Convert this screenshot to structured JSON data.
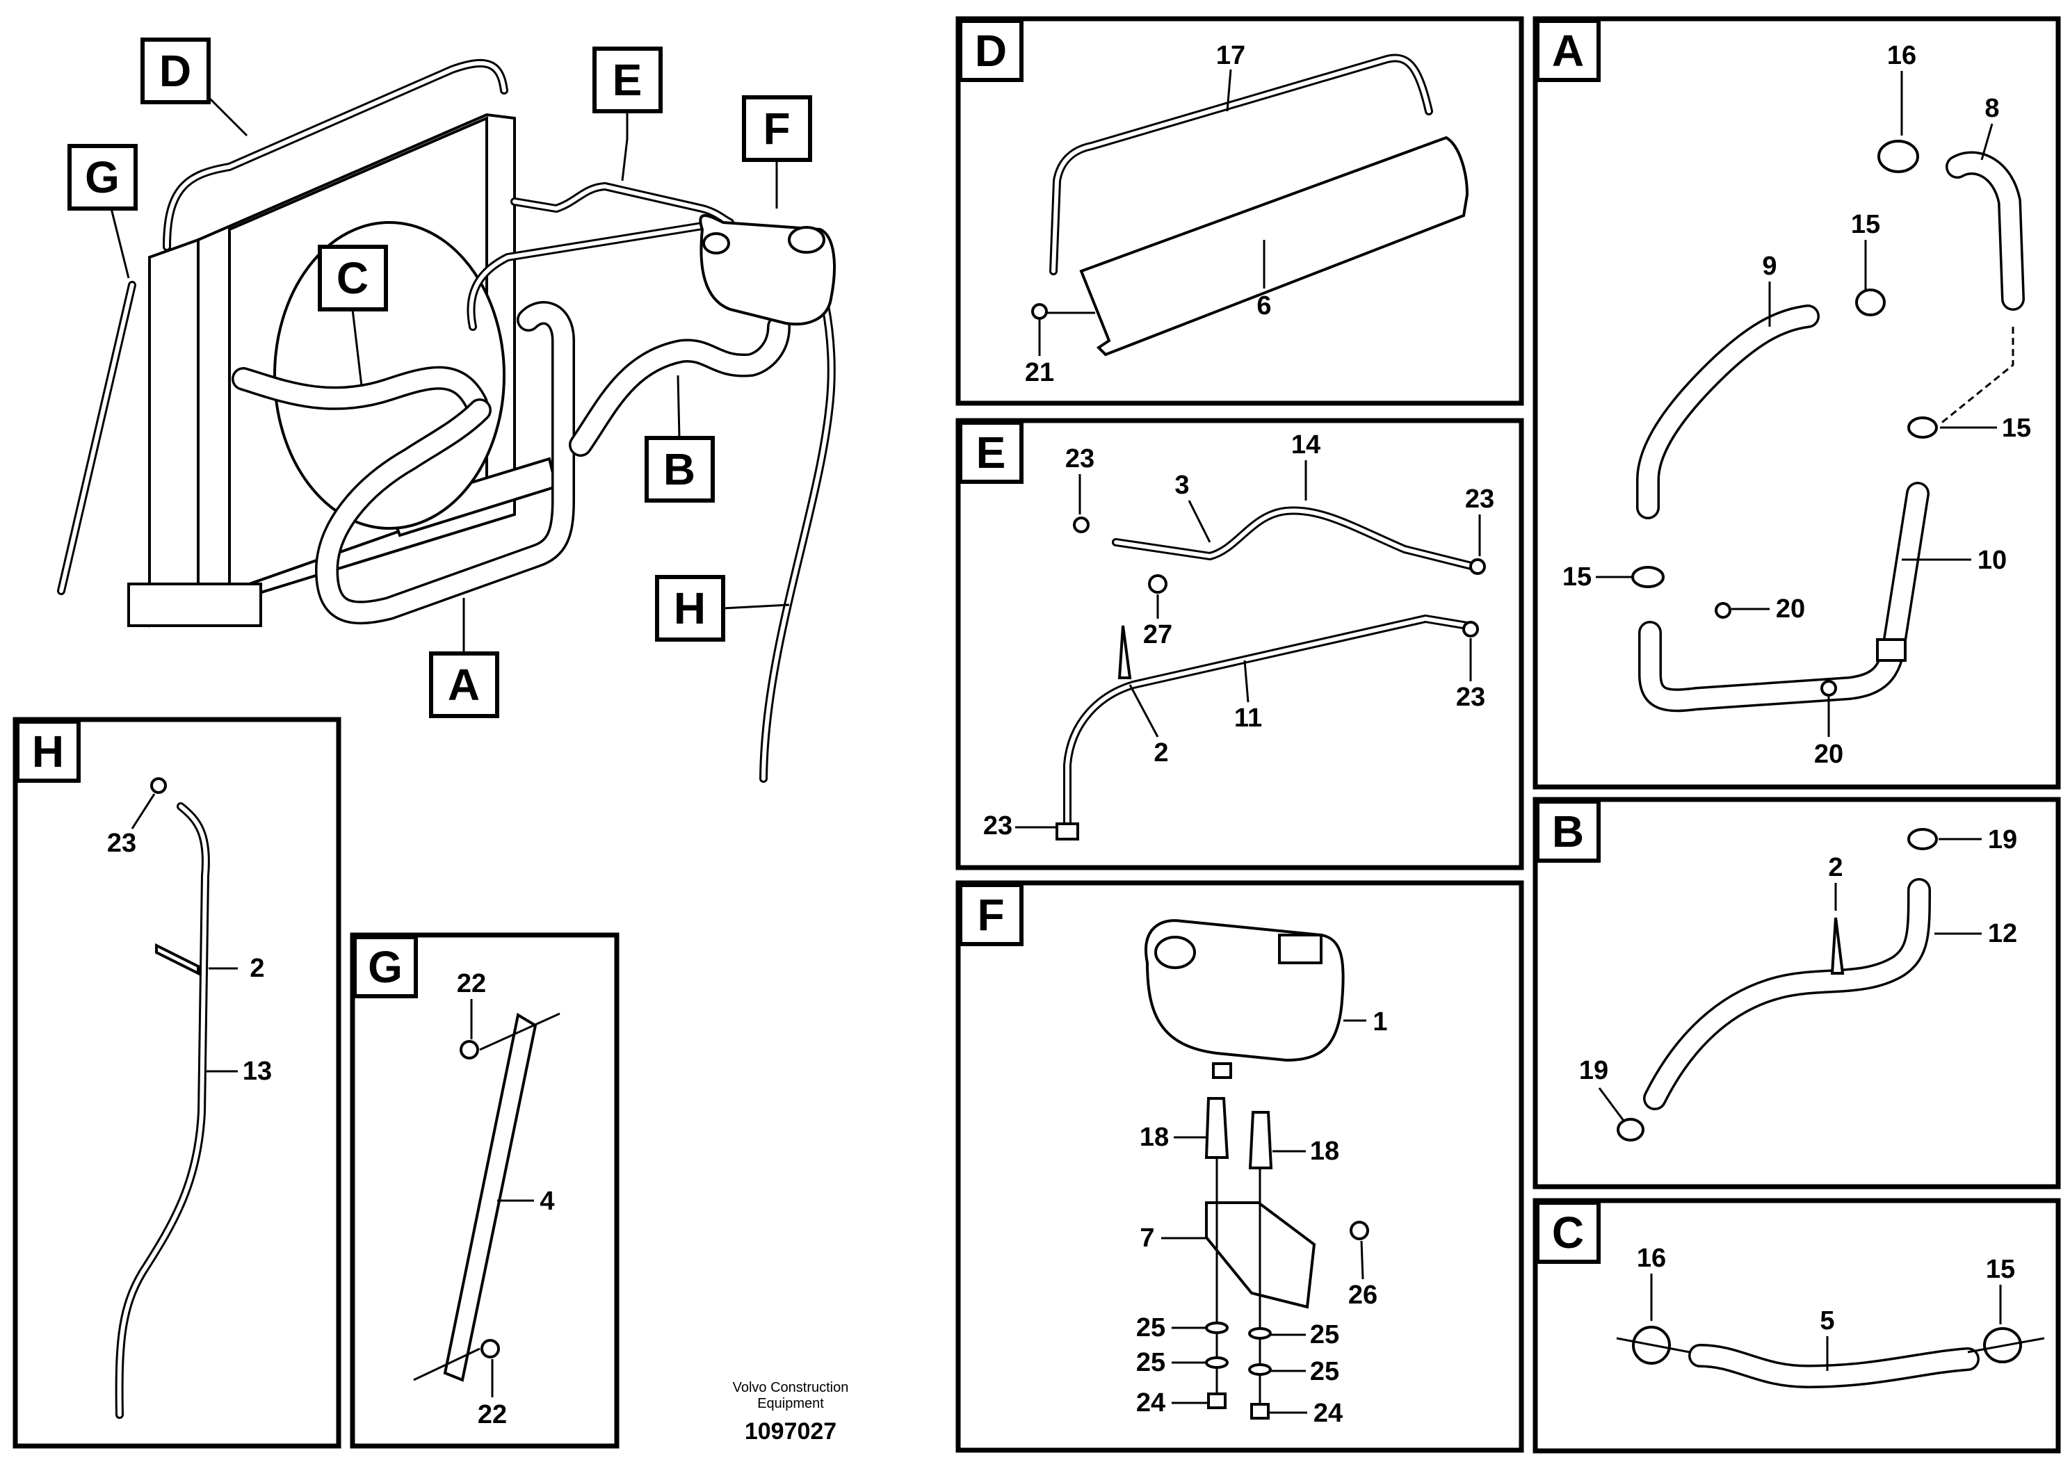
{
  "main_view": {
    "callouts": [
      "D",
      "E",
      "F",
      "G",
      "C",
      "B",
      "H",
      "A"
    ]
  },
  "panels": {
    "D": {
      "letter": "D",
      "labels": [
        "17",
        "6",
        "21"
      ]
    },
    "E": {
      "letter": "E",
      "labels": [
        "23",
        "3",
        "14",
        "23",
        "27",
        "23",
        "11",
        "2",
        "23"
      ]
    },
    "F": {
      "letter": "F",
      "labels": [
        "1",
        "18",
        "18",
        "7",
        "26",
        "25",
        "25",
        "25",
        "25",
        "24",
        "24"
      ]
    },
    "A": {
      "letter": "A",
      "labels": [
        "16",
        "8",
        "15",
        "9",
        "15",
        "15",
        "10",
        "20",
        "20"
      ]
    },
    "B": {
      "letter": "B",
      "labels": [
        "19",
        "2",
        "12",
        "19"
      ]
    },
    "C": {
      "letter": "C",
      "labels": [
        "16",
        "15",
        "5"
      ]
    },
    "H": {
      "letter": "H",
      "labels": [
        "23",
        "2",
        "13"
      ]
    },
    "G": {
      "letter": "G",
      "labels": [
        "22",
        "4",
        "22"
      ]
    }
  },
  "footer": {
    "company_line1": "Volvo Construction",
    "company_line2": "Equipment",
    "drawing_number": "1097027"
  }
}
